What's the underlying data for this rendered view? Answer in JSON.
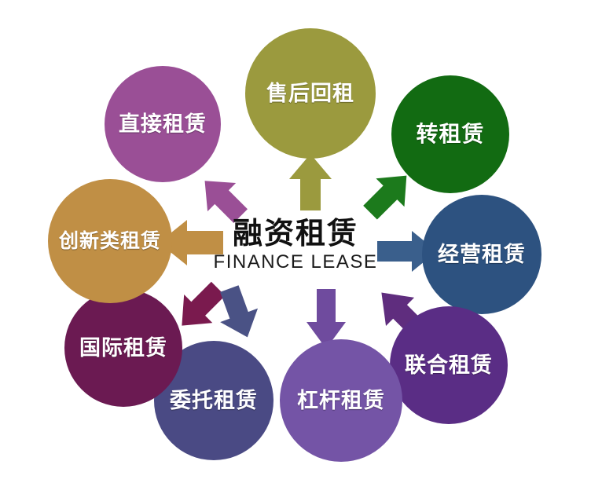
{
  "diagram": {
    "title_cn": "融资租赁",
    "title_en": "FINANCE LEASE",
    "background_color": "#ffffff",
    "center": {
      "label_cn": "融资租赁",
      "label_en": "FINANCE LEASE",
      "text_color": "#111111"
    },
    "nodes": [
      {
        "id": "zhijie",
        "label": "直接租赁",
        "color": "#9a4f96",
        "arrow_color": "#9a4f96",
        "direction": "up-left",
        "position": "top-left"
      },
      {
        "id": "shouhou",
        "label": "售后回租",
        "color": "#9b9a3e",
        "arrow_color": "#9b9a3e",
        "direction": "up",
        "position": "top"
      },
      {
        "id": "zhuan",
        "label": "转租赁",
        "color": "#126b12",
        "arrow_color": "#1c7a1c",
        "direction": "up-right",
        "position": "top-right"
      },
      {
        "id": "jingying",
        "label": "经营租赁",
        "color": "#2d5280",
        "arrow_color": "#3a5f8c",
        "direction": "right",
        "position": "right"
      },
      {
        "id": "lianhe",
        "label": "联合租赁",
        "color": "#5a2d85",
        "arrow_color": "#5f2d7e",
        "direction": "down-right",
        "position": "bottom-right"
      },
      {
        "id": "ganggan",
        "label": "杠杆租赁",
        "color": "#7454a6",
        "arrow_color": "#6f4b9e",
        "direction": "down",
        "position": "bottom-center-right"
      },
      {
        "id": "weituo",
        "label": "委托租赁",
        "color": "#4a4a84",
        "arrow_color": "#4a5285",
        "direction": "down-left",
        "position": "bottom-center-left"
      },
      {
        "id": "guoji",
        "label": "国际租赁",
        "color": "#6b1a52",
        "arrow_color": "#7a1a4e",
        "direction": "down-left",
        "position": "bottom-left"
      },
      {
        "id": "chuangxin",
        "label": "创新类租赁",
        "color": "#c08f45",
        "arrow_color": "#c08f45",
        "direction": "left",
        "position": "left"
      }
    ],
    "arrows": [
      {
        "id": "arrow-shouhou",
        "points_to": "售后回租",
        "color": "#9b9a3e"
      },
      {
        "id": "arrow-zhijie",
        "points_to": "直接租赁",
        "color": "#9a4f96"
      },
      {
        "id": "arrow-zhuan",
        "points_to": "转租赁",
        "color": "#1c7a1c"
      },
      {
        "id": "arrow-jingying",
        "points_to": "经营租赁",
        "color": "#3a5f8c"
      },
      {
        "id": "arrow-chuangxin",
        "points_to": "创新类租赁",
        "color": "#c08f45"
      },
      {
        "id": "arrow-guoji",
        "points_to": "国际租赁",
        "color": "#7a1a4e"
      },
      {
        "id": "arrow-weituo",
        "points_to": "委托租赁",
        "color": "#4a5285"
      },
      {
        "id": "arrow-ganggan",
        "points_to": "杠杆租赁",
        "color": "#6f4b9e"
      },
      {
        "id": "arrow-lianhe",
        "points_to": "联合租赁",
        "color": "#5f2d7e"
      }
    ]
  }
}
